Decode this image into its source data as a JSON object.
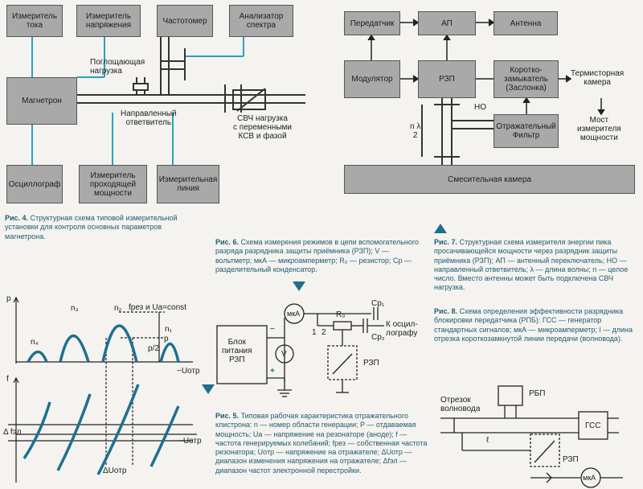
{
  "fig4": {
    "current_meter": "Измеритель\nтока",
    "voltage_meter": "Измеритель\nнапряжения",
    "frequency_meter": "Частотомер",
    "spectrum_analyzer": "Анализатор\nспектра",
    "absorbing_load": "Поглощающая\nнагрузка",
    "magnetron": "Магнетрон",
    "directional_coupler": "Направленный\nответвитель",
    "microwave_load": "СВЧ нагрузка\nс переменными\nКСВ и фазой",
    "oscillograph": "Осциллограф",
    "power_meter": "Измеритель\nпроходящей\nмощности",
    "line_meter": "Измерительная\nлиния",
    "caption_num": "Рис. 4.",
    "caption": "Структурная схема типовой измерительной установки для контроля основных параметров магнетрона."
  },
  "fig7": {
    "transmitter": "Передатчик",
    "ap": "АП",
    "antenna": "Антенна",
    "modulator": "Модулятор",
    "rzp": "РЗП",
    "short_circuit": "Коротко-\nзамыкатель\n(Заслонка)",
    "thermistor": "Термисторная\nкамера",
    "no_label": "НО",
    "n_lambda": "n λ\n2",
    "reflective_filter": "Отражательный\nФильтр",
    "bridge": "Мост\nизмерителя\nмощности",
    "mixer": "Смесительная камера",
    "caption_num": "Рис. 7.",
    "caption": "Структурная схема измерителя энергии пика просачивающейся мощности через разрядник защиты приёмника (РЗП); АП — антенный переключатель; НО — направленный ответвитель; λ — длина волны; n — целое число. Вместо антенны может быть подключена СВЧ нагрузка."
  },
  "fig5": {
    "p_axis": "p",
    "f_axis": "f",
    "n1": "n₁",
    "n2": "n₂",
    "n3": "n₃",
    "n4": "n₄",
    "condition": "fрез и Uа=const",
    "p_label": "p",
    "p_half": "p/2",
    "u_otr_top": "−Uотр",
    "u_otr_bottom": "−Uотр",
    "delta_f": "Δ fэл",
    "delta_u": "ΔUотр",
    "caption_num": "Рис. 5.",
    "caption": "Типовая рабочая характеристика отражательного клистрона: n — номер области генерации; P — отдаваемая мощность; Uа — напряжение на резонаторе (аноде); f — частота генерируемых колебаний; fрез — собственная частота резонатора; Uотр — напряжение на отражателе; ΔUотр — диапазон изменения напряжения на отражателе; Δfэл — диапазон частот электронной перестройки."
  },
  "fig6": {
    "power_supply": "Блок\nпитания\nРЗП",
    "uam": "мкА",
    "v": "V",
    "r0": "R₀",
    "cp1": "Cp₁",
    "cp2": "Cp₂",
    "node1": "1",
    "node2": "2",
    "to_osc": "К осцил-\nлографу",
    "rzp": "РЗП",
    "minus": "−",
    "plus": "+",
    "caption_num": "Рис. 6.",
    "caption": "Схема измерения режимов в цепи вспомогательного разряда разрядника защиты приёмника (РЗП); V — вольтметр; мкА — микроамперметр; R₀ — резистор; Cр — разделительный конденсатор."
  },
  "fig8": {
    "caption_num": "Рис. 8.",
    "caption": "Схема определения эффективности разрядника блокировки передатчика (РПБ): ГСС — генератор стандартных сигналов; мкА — микроамперметр; l — длина отрезка короткозамкнутой линии передачи (волновода).",
    "segment": "Отрезок\nволновода",
    "rbp": "РБП",
    "gss": "ГСС",
    "l_label": "ℓ",
    "rzp": "РЗП",
    "uam": "мкА"
  },
  "colors": {
    "box_fill": "#a9a9a9",
    "cyan_wire": "#2aa0c0",
    "curve": "#1f6f8f",
    "caption_text": "#1f5a72"
  }
}
